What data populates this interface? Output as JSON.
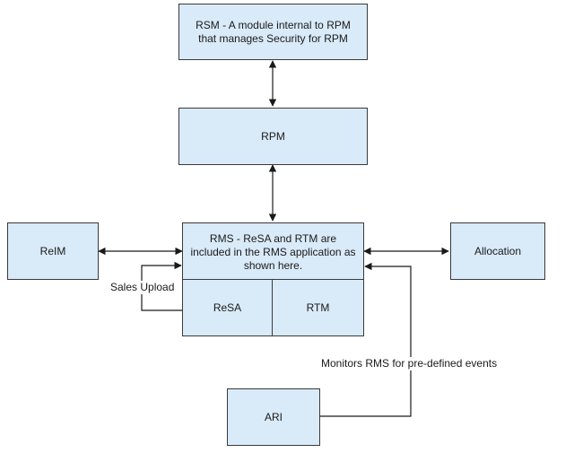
{
  "diagram": {
    "nodes": {
      "rsm": "RSM - A module internal to RPM that manages Security for RPM",
      "rpm": "RPM",
      "rms": "RMS - ReSA and RTM are included in the RMS application as shown here.",
      "resa": "ReSA",
      "rtm": "RTM",
      "relm": "ReIM",
      "allocation": "Allocation",
      "ari": "ARI"
    },
    "edge_labels": {
      "sales_upload": "Sales Upload",
      "monitors": "Monitors RMS for pre-defined events"
    },
    "colors": {
      "box_fill": "#d9eaf8",
      "box_border": "#3a3a3a",
      "arrow": "#1a1a1a"
    }
  }
}
